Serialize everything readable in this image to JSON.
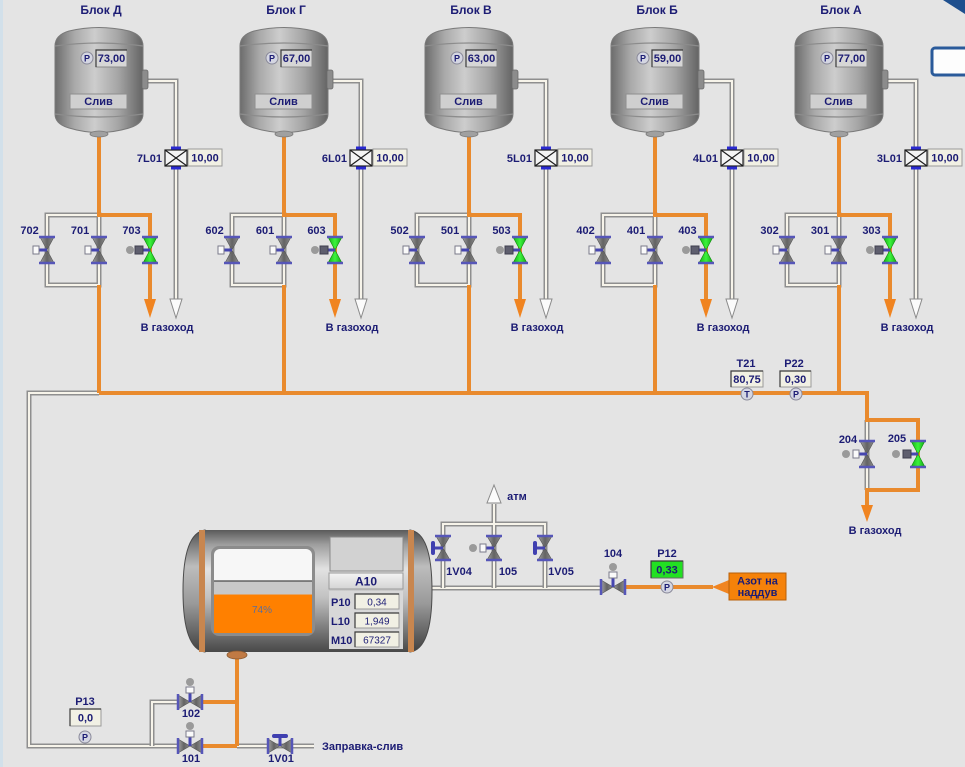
{
  "blocks": [
    {
      "title": "Блок Д",
      "pressure_sensor": "P",
      "pressure": "73,00",
      "drain_label": "Слив",
      "flow_meter": {
        "tag": "7L01",
        "value": "10,00"
      },
      "valves": [
        {
          "tag": "702",
          "state": "closed"
        },
        {
          "tag": "701",
          "state": "closed"
        },
        {
          "tag": "703",
          "state": "open"
        }
      ],
      "exhaust_label": "В газоход"
    },
    {
      "title": "Блок Г",
      "pressure_sensor": "P",
      "pressure": "67,00",
      "drain_label": "Слив",
      "flow_meter": {
        "tag": "6L01",
        "value": "10,00"
      },
      "valves": [
        {
          "tag": "602",
          "state": "closed"
        },
        {
          "tag": "601",
          "state": "closed"
        },
        {
          "tag": "603",
          "state": "open"
        }
      ],
      "exhaust_label": "В газоход"
    },
    {
      "title": "Блок В",
      "pressure_sensor": "P",
      "pressure": "63,00",
      "drain_label": "Слив",
      "flow_meter": {
        "tag": "5L01",
        "value": "10,00"
      },
      "valves": [
        {
          "tag": "502",
          "state": "closed"
        },
        {
          "tag": "501",
          "state": "closed"
        },
        {
          "tag": "503",
          "state": "open"
        }
      ],
      "exhaust_label": "В газоход"
    },
    {
      "title": "Блок Б",
      "pressure_sensor": "P",
      "pressure": "59,00",
      "drain_label": "Слив",
      "flow_meter": {
        "tag": "4L01",
        "value": "10,00"
      },
      "valves": [
        {
          "tag": "402",
          "state": "closed"
        },
        {
          "tag": "401",
          "state": "closed"
        },
        {
          "tag": "403",
          "state": "open"
        }
      ],
      "exhaust_label": "В газоход"
    },
    {
      "title": "Блок А",
      "pressure_sensor": "P",
      "pressure": "77,00",
      "drain_label": "Слив",
      "flow_meter": {
        "tag": "3L01",
        "value": "10,00"
      },
      "valves": [
        {
          "tag": "302",
          "state": "closed"
        },
        {
          "tag": "301",
          "state": "closed"
        },
        {
          "tag": "303",
          "state": "open"
        }
      ],
      "exhaust_label": "В газоход"
    }
  ],
  "header": {
    "temperature": {
      "tag": "T21",
      "value": "80,75",
      "sensor": "T"
    },
    "pressure": {
      "tag": "P22",
      "value": "0,30",
      "sensor": "P"
    }
  },
  "exhaust_bypass": {
    "valves": [
      {
        "tag": "204",
        "state": "closed"
      },
      {
        "tag": "205",
        "state": "open"
      }
    ],
    "exhaust_label": "В газоход"
  },
  "tank": {
    "name": "A10",
    "level_text": "74%",
    "level_fraction": 0.74,
    "readings": [
      {
        "tag": "P10",
        "value": "0,34"
      },
      {
        "tag": "L10",
        "value": "1,949"
      },
      {
        "tag": "M10",
        "value": "67327"
      }
    ]
  },
  "vent": {
    "label": "атм",
    "valves": [
      {
        "tag": "1V04",
        "state": "closed"
      },
      {
        "tag": "105",
        "state": "closed"
      },
      {
        "tag": "1V05",
        "state": "closed"
      }
    ]
  },
  "nitrogen": {
    "valve": {
      "tag": "104",
      "state": "closed"
    },
    "pressure": {
      "tag": "P12",
      "value": "0,33",
      "sensor": "P"
    },
    "source_label_line1": "Азот на",
    "source_label_line2": "наддув"
  },
  "fill_drain": {
    "valves": [
      {
        "tag": "102",
        "state": "closed"
      },
      {
        "tag": "101",
        "state": "closed"
      },
      {
        "tag": "1V01",
        "state": "closed"
      }
    ],
    "pressure": {
      "tag": "P13",
      "value": "0,0",
      "sensor": "P"
    },
    "label": "Заправка-слив"
  },
  "colors": {
    "background": "#e4e4e4",
    "active_pipe": "#e98a2d",
    "valve_open": "#22dd22",
    "valve_closed": "#7a7a7a",
    "label_text": "#1c1c74",
    "ok_indicator": "#22e022",
    "nitrogen_source": "#f5820a"
  }
}
